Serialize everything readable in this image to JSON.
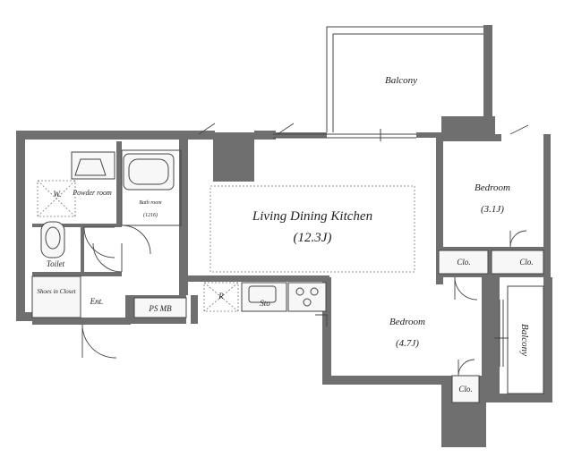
{
  "rooms": {
    "balcony_top": "Balcony",
    "ldk": "Living Dining Kitchen",
    "ldk_size": "(12.3J)",
    "bedroom1": "Bedroom",
    "bedroom1_size": "(3.1J)",
    "bedroom2": "Bedroom",
    "bedroom2_size": "(4.7J)",
    "balcony_right": "Balcony",
    "powder_room": "Powder room",
    "bathroom": "Bath room",
    "bathroom_size": "(1216)",
    "wash": "W.",
    "toilet": "Toilet",
    "shoes_closet": "Shoes in Closet",
    "entrance": "Ent.",
    "ps_mb": "PS MB",
    "refrigerator": "R",
    "storage": "Sto",
    "closet_a": "Clo.",
    "closet_b": "Clo.",
    "closet_c": "Clo."
  },
  "colors": {
    "wall": "#6f6f6f",
    "line": "#444444",
    "text": "#222222"
  }
}
